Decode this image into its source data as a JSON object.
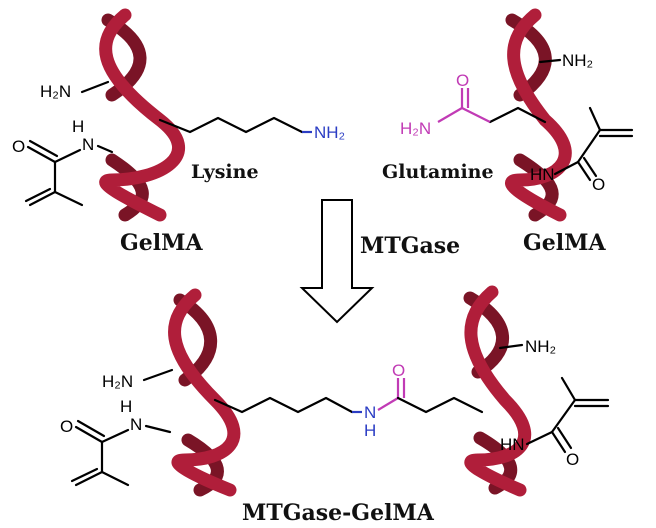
{
  "atoms": {
    "h2n": "H₂N",
    "nh2": "NH₂",
    "hn": "HN",
    "h": "H",
    "n": "N",
    "o": "O"
  },
  "labels": {
    "lysine": "Lysine",
    "glutamine": "Glutamine",
    "gelma_left": "GelMA",
    "gelma_right": "GelMA",
    "enzyme": "MTGase",
    "product": "MTGase-GelMA"
  },
  "colors": {
    "helix": "#b01e3a",
    "amine_blue": "#2b3dc4",
    "amide_pink": "#c13bb5"
  }
}
